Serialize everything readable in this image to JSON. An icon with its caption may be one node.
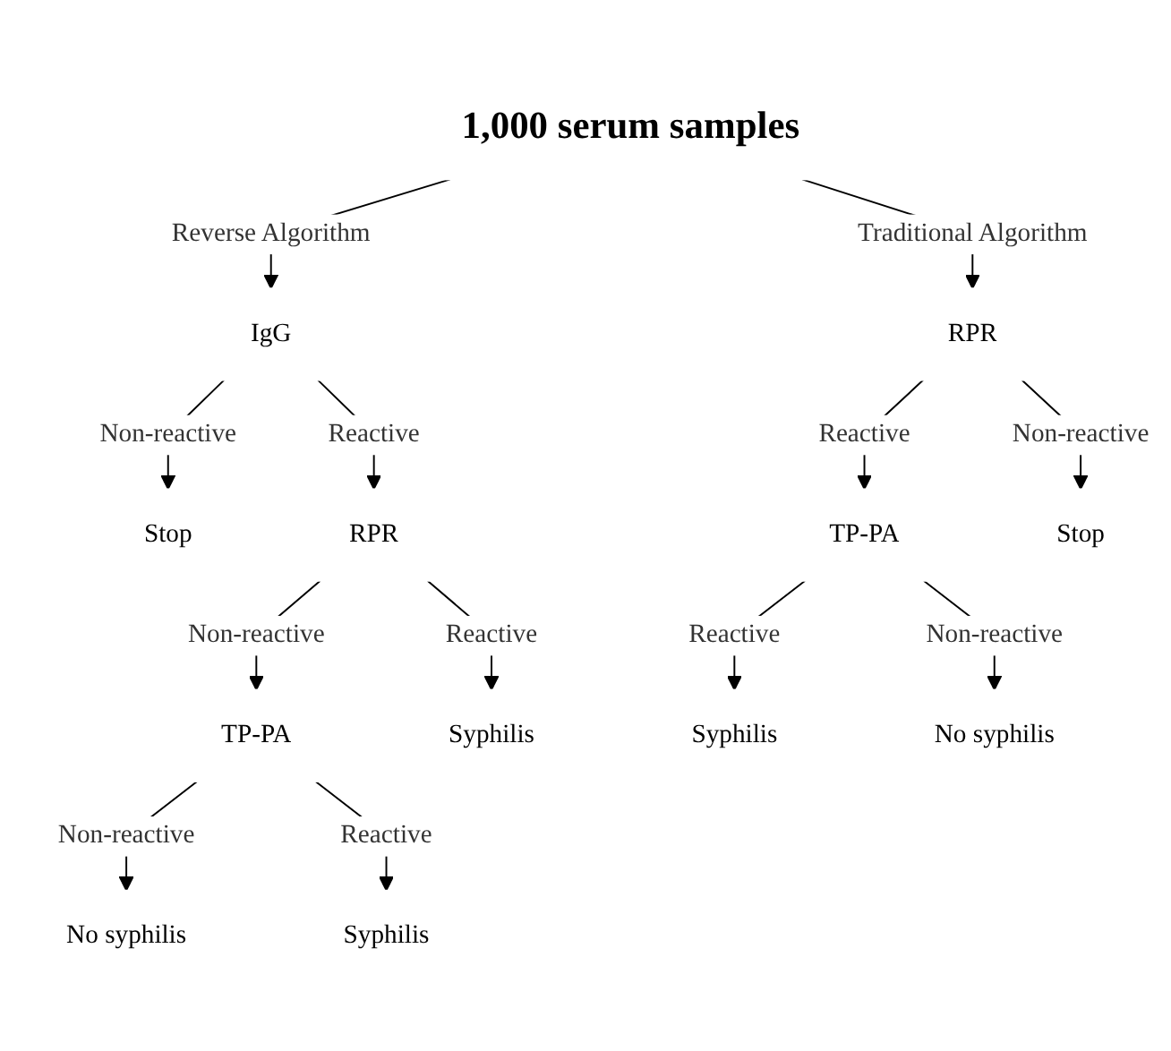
{
  "diagram": {
    "nodes": [
      {
        "text": [
          "1,000 serum samples"
        ]
      },
      {
        "text": [
          "IgG"
        ]
      },
      {
        "text": [
          "Stop"
        ]
      },
      {
        "text": [
          "RPR"
        ]
      },
      {
        "text": [
          "TP-PA"
        ]
      },
      {
        "text": [
          "Syphilis"
        ]
      },
      {
        "text": [
          "No syphilis"
        ]
      },
      {
        "text": [
          "Syphilis"
        ]
      },
      {
        "text": [
          "RPR"
        ]
      },
      {
        "text": [
          "TP-PA"
        ]
      },
      {
        "text": [
          "Stop"
        ]
      },
      {
        "text": [
          "Syphilis"
        ]
      },
      {
        "text": [
          "No syphilis"
        ]
      }
    ],
    "edges": [
      {
        "from": 0,
        "to": 1,
        "arrow": "to",
        "label": "Reverse Algorithm"
      },
      {
        "from": 0,
        "to": 8,
        "arrow": "to",
        "label": "Traditional Algorithm"
      },
      {
        "from": 1,
        "to": 2,
        "arrow": "to",
        "label": "Non-reactive"
      },
      {
        "from": 1,
        "to": 3,
        "arrow": "to",
        "label": "Reactive"
      },
      {
        "from": 3,
        "to": 4,
        "arrow": "to",
        "label": "Non-reactive"
      },
      {
        "from": 3,
        "to": 5,
        "arrow": "to",
        "label": "Reactive"
      },
      {
        "from": 4,
        "to": 6,
        "arrow": "to",
        "label": "Non-reactive"
      },
      {
        "from": 4,
        "to": 7,
        "arrow": "to",
        "label": "Reactive"
      },
      {
        "from": 8,
        "to": 9,
        "arrow": "to",
        "label": "Reactive"
      },
      {
        "from": 8,
        "to": 10,
        "arrow": "to",
        "label": "Non-reactive"
      },
      {
        "from": 9,
        "to": 11,
        "arrow": "to",
        "label": "Reactive"
      },
      {
        "from": 9,
        "to": 12,
        "arrow": "to",
        "label": "Non-reactive"
      }
    ]
  }
}
